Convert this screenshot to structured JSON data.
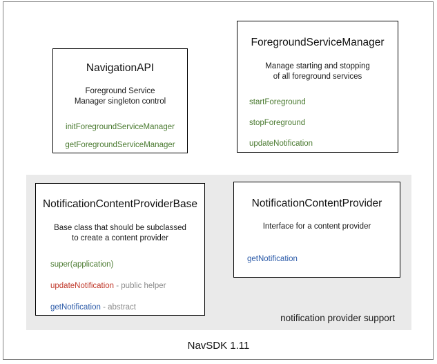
{
  "slide": {
    "footer": "NavSDK 1.11"
  },
  "group_panel": {
    "label": "notification provider support"
  },
  "boxes": {
    "navigation_api": {
      "title": "NavigationAPI",
      "description_line1": "Foreground Service",
      "description_line2": "Manager singleton control",
      "members": [
        {
          "name": "initForegroundServiceManager",
          "color": "green",
          "note": ""
        },
        {
          "name": "getForegroundServiceManager",
          "color": "green",
          "note": ""
        }
      ]
    },
    "foreground_service_manager": {
      "title": "ForegroundServiceManager",
      "description_line1": "Manage starting and stopping",
      "description_line2": "of all foreground services",
      "members": [
        {
          "name": "startForeground",
          "color": "green",
          "note": ""
        },
        {
          "name": "stopForeground",
          "color": "green",
          "note": ""
        },
        {
          "name": "updateNotification",
          "color": "green",
          "note": ""
        }
      ]
    },
    "notification_content_provider_base": {
      "title": "NotificationContentProviderBase",
      "description_line1": "Base class that should be subclassed",
      "description_line2": "to create a content provider",
      "members": [
        {
          "name": "super(application)",
          "color": "green",
          "note": ""
        },
        {
          "name": "updateNotification",
          "color": "red",
          "note": " - public helper"
        },
        {
          "name": "getNotification",
          "color": "blue",
          "note": " - abstract"
        }
      ]
    },
    "notification_content_provider": {
      "title": "NotificationContentProvider",
      "description_line1": "Interface for a content provider",
      "description_line2": "",
      "members": [
        {
          "name": "getNotification",
          "color": "blue",
          "note": ""
        }
      ]
    }
  },
  "colors": {
    "green": "#4a7a30",
    "red": "#c0392b",
    "blue": "#2b5aa8",
    "note_gray": "#8a8a8a",
    "panel_gray": "#eaeaea",
    "box_border": "#000000"
  }
}
